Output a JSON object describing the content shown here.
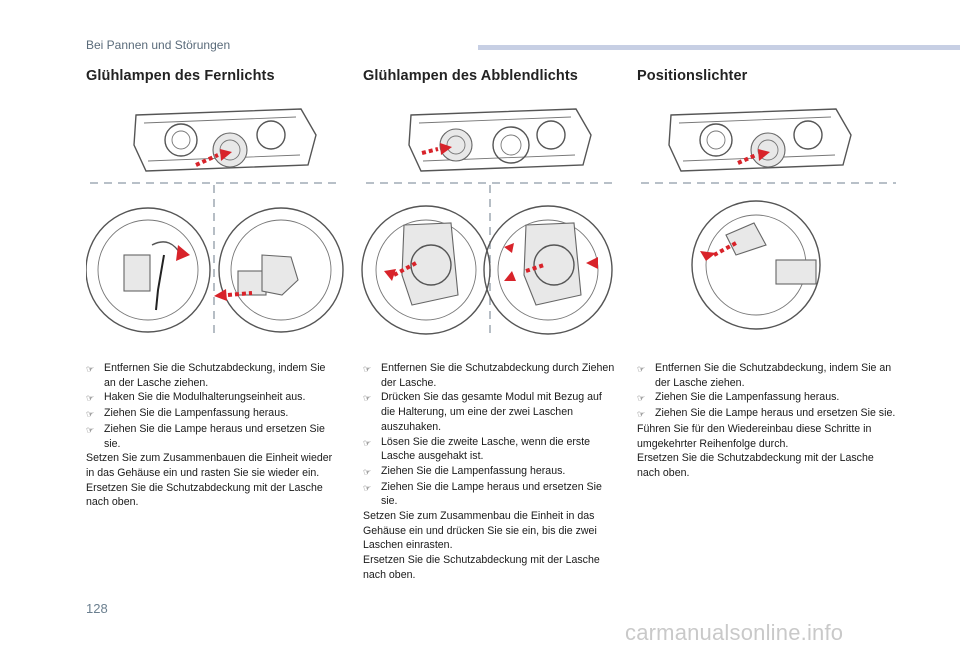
{
  "header": {
    "section": "Bei Pannen und Störungen",
    "bar_color": "#c7cfe4"
  },
  "page_number": "128",
  "watermark": "carmanualsonline.info",
  "bullet_icon": "arrow-bullet",
  "columns": [
    {
      "title": "Glühlampen des Fernlichts",
      "steps": [
        "Entfernen Sie die Schutzabdeckung, indem Sie an der Lasche ziehen.",
        "Haken Sie die Modulhalterungseinheit aus.",
        "Ziehen Sie die Lampenfassung heraus.",
        "Ziehen Sie die Lampe heraus und ersetzen Sie sie."
      ],
      "notes": [
        "Setzen Sie zum Zusammenbauen die Einheit wieder in das Gehäuse ein und rasten Sie sie wieder ein.",
        "Ersetzen Sie die Schutzabdeckung mit der Lasche nach oben."
      ]
    },
    {
      "title": "Glühlampen des Abblendlichts",
      "steps": [
        "Entfernen Sie die Schutzabdeckung durch Ziehen der Lasche.",
        "Drücken Sie das gesamte Modul mit Bezug auf die Halterung, um eine der zwei Laschen auszuhaken.",
        "Lösen Sie die zweite Lasche, wenn die erste Lasche ausgehakt ist.",
        "Ziehen Sie die Lampenfassung heraus.",
        "Ziehen Sie die Lampe heraus und ersetzen Sie sie."
      ],
      "notes": [
        "Setzen Sie zum Zusammenbau die Einheit in das Gehäuse ein und drücken Sie sie ein, bis die zwei Laschen einrasten.",
        "Ersetzen Sie die Schutzabdeckung mit der Lasche nach oben."
      ]
    },
    {
      "title": "Positionslichter",
      "steps": [
        "Entfernen Sie die Schutzabdeckung, indem Sie an der Lasche ziehen.",
        "Ziehen Sie die Lampenfassung heraus.",
        "Ziehen Sie die Lampe heraus und ersetzen Sie sie."
      ],
      "notes": [
        "Führen Sie für den Wiedereinbau diese Schritte in umgekehrter Reihenfolge durch.",
        "Ersetzen Sie die Schutzabdeckung mit der Lasche nach oben."
      ]
    }
  ],
  "colors": {
    "accent_red": "#d8232a",
    "title_gray": "#5a6b7a"
  }
}
